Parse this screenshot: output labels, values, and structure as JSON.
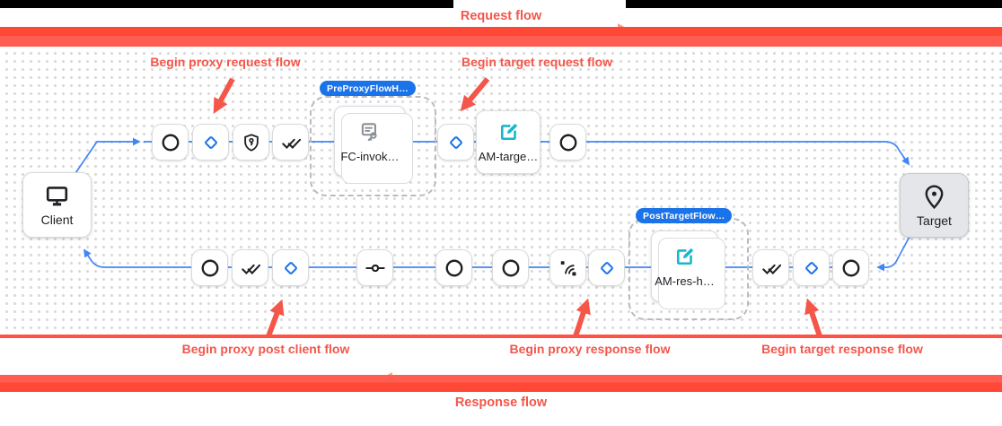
{
  "banners": {
    "top_label": "Request flow",
    "bottom_label": "Response flow"
  },
  "annotations": {
    "proxy_request": "Begin proxy request flow",
    "target_request": "Begin target request flow",
    "proxy_post_client": "Begin proxy post client flow",
    "proxy_response": "Begin proxy response flow",
    "target_response": "Begin target response flow"
  },
  "diagram": {
    "client_label": "Client",
    "target_label": "Target",
    "pre_proxy_flow_hook_badge": "PreProxyFlowH…",
    "post_target_flow_hook_badge": "PostTargetFlow…",
    "policies": {
      "flow_callout": "FC-invok…",
      "assign_message_target": "AM-targe…",
      "assign_message_response": "AM-res-h…"
    }
  },
  "icons": {
    "client": "monitor-icon",
    "target": "location-pin-icon",
    "flow_start": "circle-icon",
    "flow_marker": "diamond-icon",
    "security": "shield-key-icon",
    "checks": "double-check-icon",
    "endpoint": "commit-icon",
    "post_client": "signal-icon",
    "assign_message": "edit-icon",
    "flow_callout": "flow-callout-icon"
  },
  "colors": {
    "annotation_red": "#F4564A",
    "bar_red": "#FF4936",
    "bar_red_light": "#FF5D52",
    "arrow_highlight": "#FF8477",
    "badge_blue": "#1A73E8",
    "connector_blue": "#4285F4",
    "teal": "#16B8CC",
    "node_border": "#D9DADC"
  }
}
